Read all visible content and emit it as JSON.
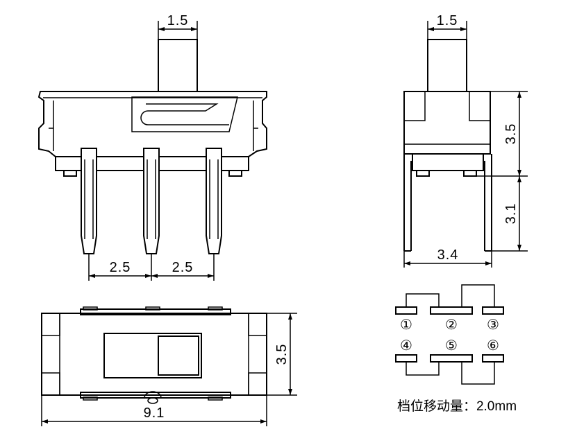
{
  "dimensions": {
    "front_actuator_width": "1.5",
    "side_actuator_width": "1.5",
    "pin_pitch_left": "2.5",
    "pin_pitch_right": "2.5",
    "side_body_height": "3.5",
    "side_pin_length": "3.1",
    "side_pin_span": "3.4",
    "top_body_length": "9.1",
    "top_body_height": "3.5"
  },
  "pin_labels": [
    "①",
    "②",
    "③",
    "④",
    "⑤",
    "⑥"
  ],
  "caption": "档位移动量：2.0mm"
}
